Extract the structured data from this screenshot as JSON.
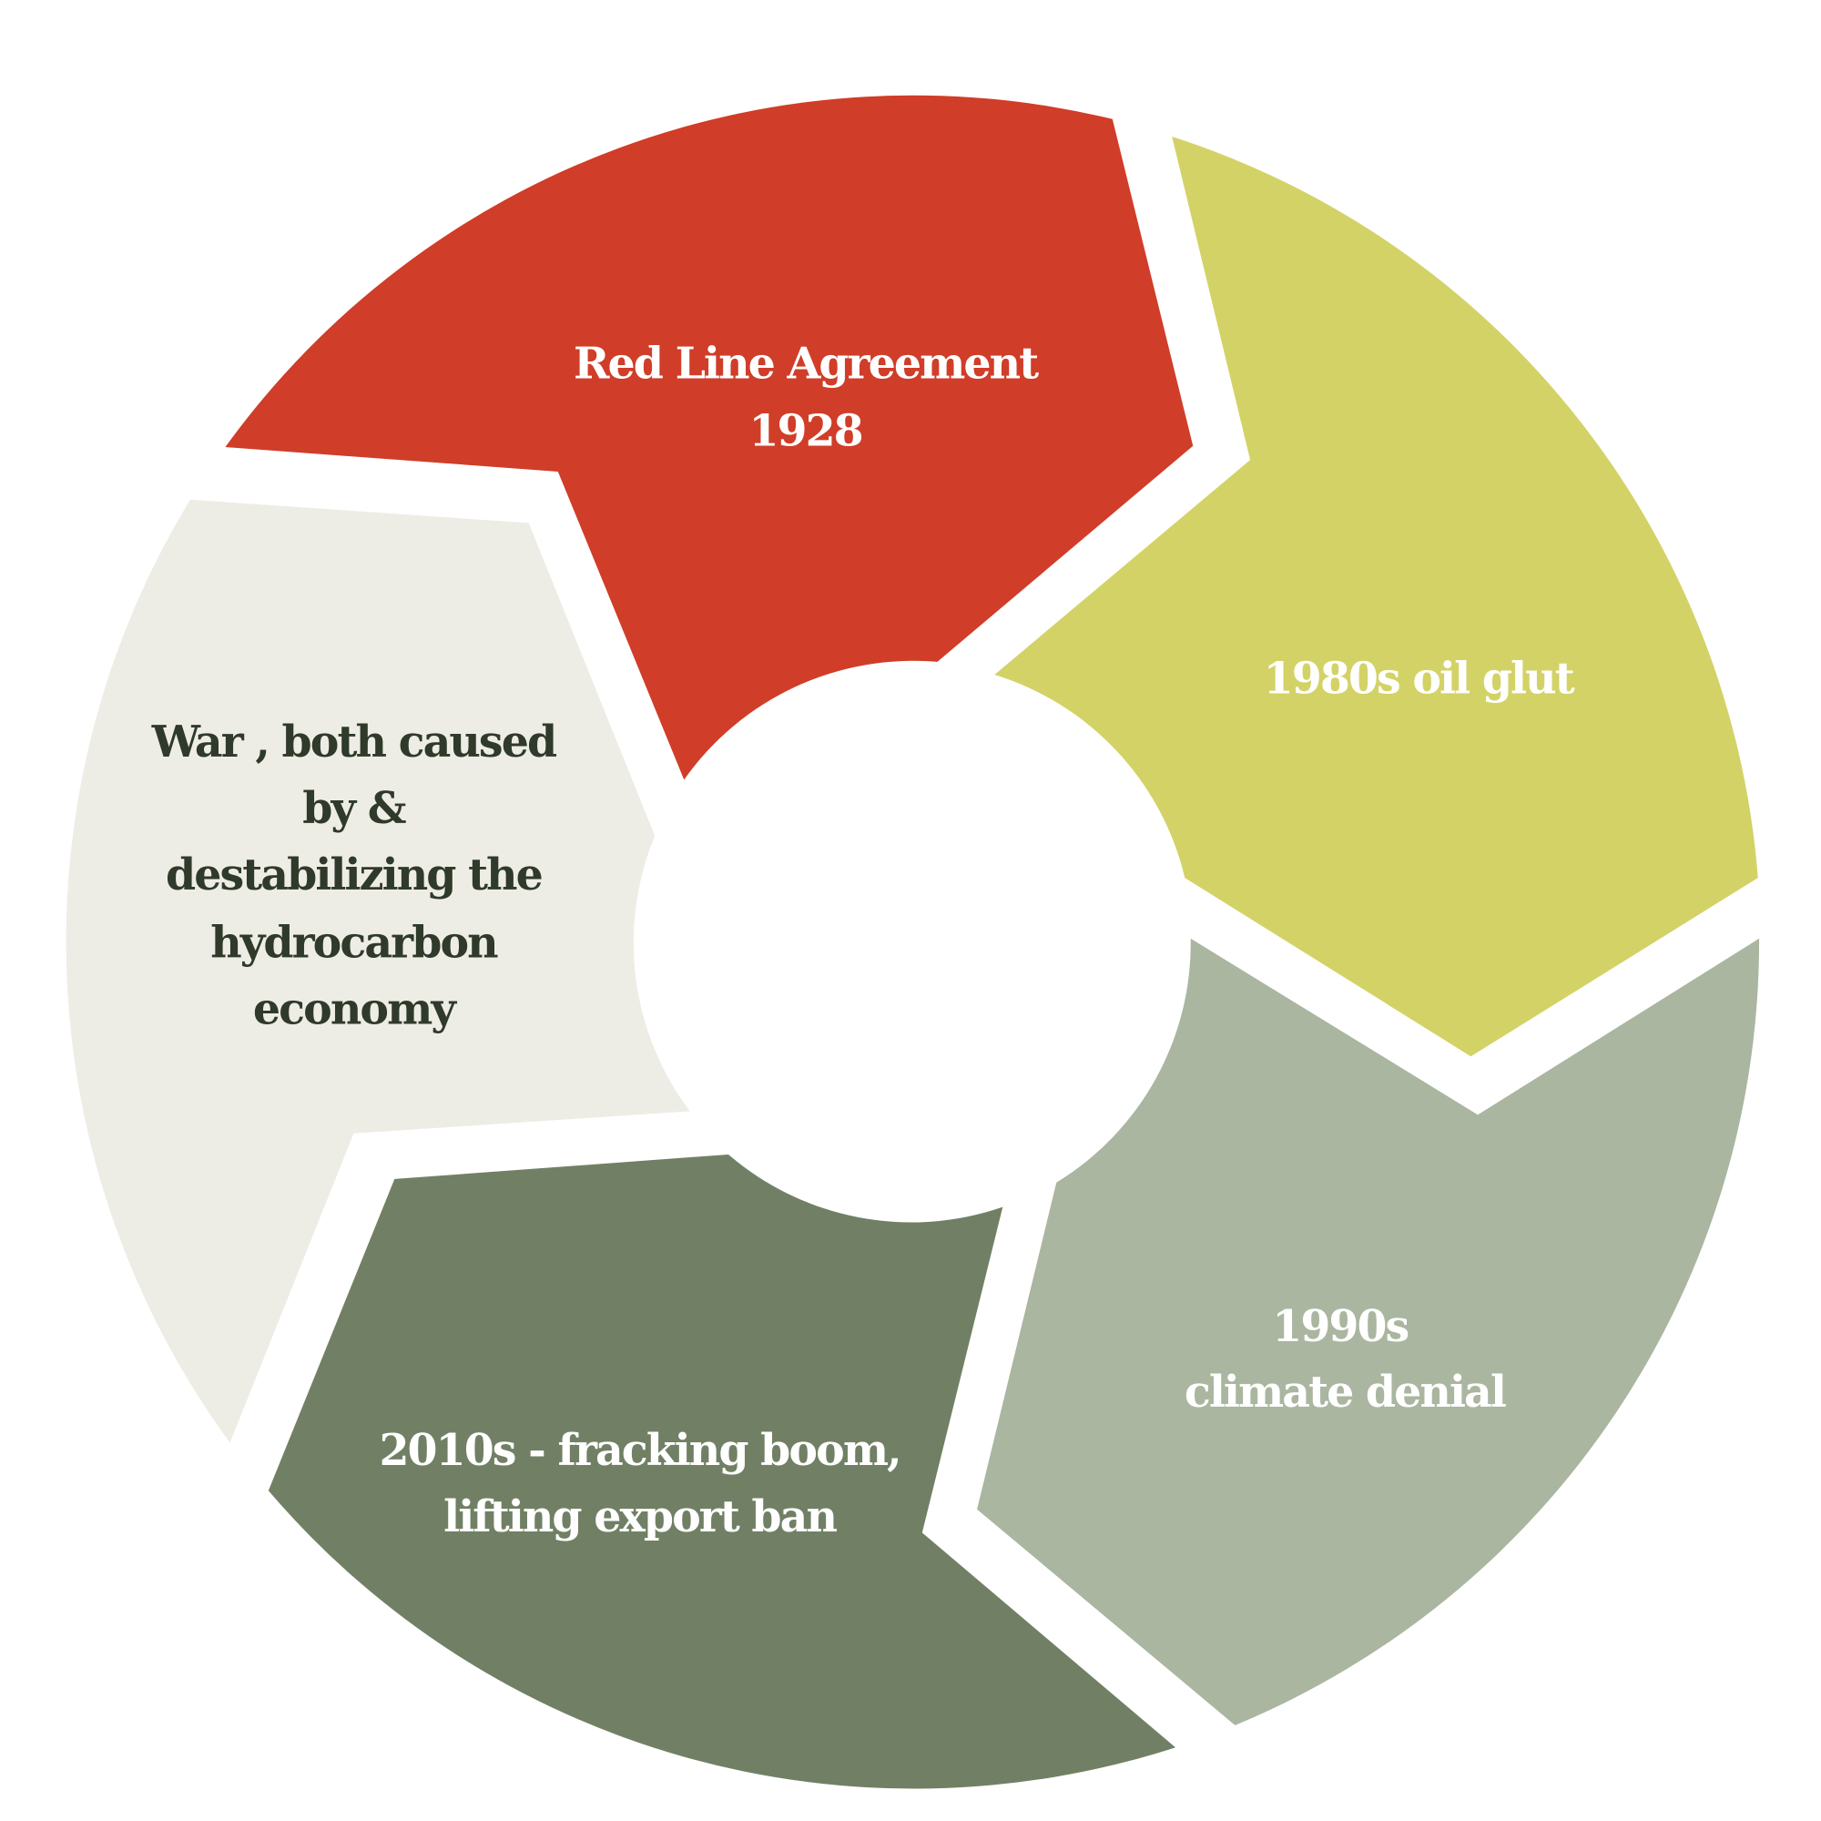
{
  "segments": [
    {
      "id": "red-line",
      "lines": [
        "Red Line Agreement",
        "1928"
      ],
      "color": "#D03D28",
      "text_color": "#FFFFFF"
    },
    {
      "id": "oil-glut",
      "lines": [
        "1980s oil glut"
      ],
      "color": "#D3D266",
      "text_color": "#FFFFFF"
    },
    {
      "id": "climate-denial",
      "lines": [
        "1990s",
        "climate denial"
      ],
      "color": "#AAB6A0",
      "text_color": "#FFFFFF"
    },
    {
      "id": "fracking",
      "lines": [
        "2010s - fracking boom,",
        "lifting export ban"
      ],
      "color": "#718064",
      "text_color": "#FFFFFF"
    },
    {
      "id": "war",
      "lines": [
        "War , both caused",
        "by &",
        "destabilizing the",
        "hydrocarbon",
        "economy"
      ],
      "color": "#EEEDE5",
      "text_color": "#2F3A2A"
    }
  ]
}
